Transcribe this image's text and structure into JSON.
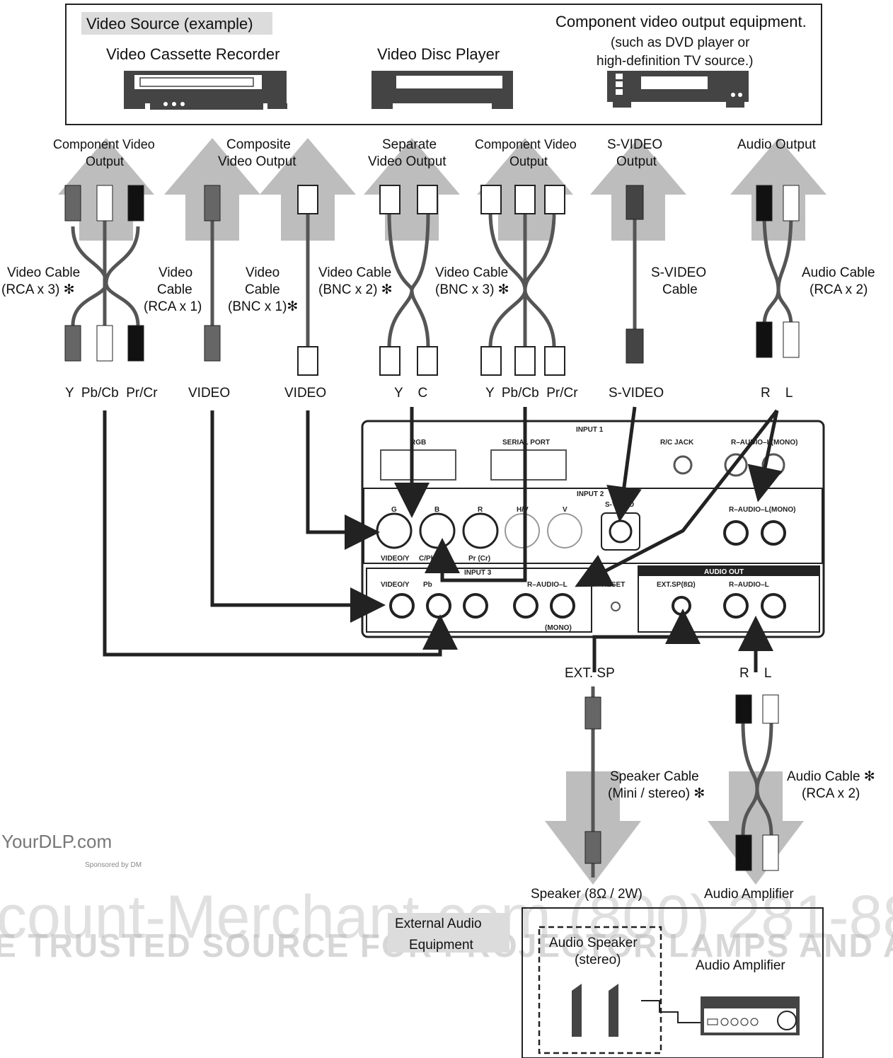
{
  "source_box": {
    "example_label": "Video Source (example)",
    "vcr_label": "Video Cassette Recorder",
    "disc_label": "Video Disc Player",
    "component_line1": "Component video output equipment.",
    "component_line2": "(such as DVD player or",
    "component_line3": "high-definition TV source.)"
  },
  "outputs": {
    "component1_l1": "Component Video",
    "component1_l2": "Output",
    "composite_l1": "Composite",
    "composite_l2": "Video Output",
    "separate_l1": "Separate",
    "separate_l2": "Video Output",
    "component2_l1": "Component Video",
    "component2_l2": "Output",
    "svideo_l1": "S-VIDEO",
    "svideo_l2": "Output",
    "audio_l1": "Audio Output"
  },
  "cables": {
    "rca3_l1": "Video Cable",
    "rca3_l2": "(RCA x 3) ✻",
    "rca1_l1": "Video",
    "rca1_l2": "Cable",
    "rca1_l3": "(RCA x 1)",
    "bnc1_l1": "Video",
    "bnc1_l2": "Cable",
    "bnc1_l3": "(BNC x 1)✻",
    "bnc2_l1": "Video Cable",
    "bnc2_l2": "(BNC x 2) ✻",
    "bnc3_l1": "Video Cable",
    "bnc3_l2": "(BNC x 3) ✻",
    "svid_l1": "S-VIDEO",
    "svid_l2": "Cable",
    "audio_l1": "Audio Cable",
    "audio_l2": "(RCA x 2)"
  },
  "plugs": {
    "comp1": "Y  Pb/Cb  Pr/Cr",
    "video1": "VIDEO",
    "video2": "VIDEO",
    "yc": "Y    C",
    "comp2": "Y  Pb/Cb  Pr/Cr",
    "svideo": "S-VIDEO",
    "rl": "R    L"
  },
  "panel": {
    "input1": "INPUT 1",
    "rgb": "RGB",
    "serial": "SERIAL PORT",
    "rc_jack": "R/C JACK",
    "audio_mono1": "R–AUDIO–L(MONO)",
    "input2": "INPUT 2",
    "g": "G",
    "b": "B",
    "r": "R",
    "hv": "H/V",
    "v": "V",
    "svideo": "S-VIDEO",
    "audio_mono2": "R–AUDIO–L(MONO)",
    "video_y": "VIDEO/Y",
    "cpb": "C/Pb (Cb)",
    "pr": "Pr (Cr)",
    "input3": "INPUT 3",
    "video_y3": "VIDEO/Y",
    "pb3": "Pb",
    "audio3": "R–AUDIO–L",
    "mono3": "(MONO)",
    "reset": "RESET",
    "audio_out": "AUDIO OUT",
    "ext_sp": "EXT.SP(8Ω)",
    "audio_out_rl": "R–AUDIO–L"
  },
  "lower": {
    "ext_sp": "EXT. SP",
    "rl": "R    L",
    "spk_cable_l1": "Speaker Cable",
    "spk_cable_l2": "(Mini / stereo) ✻",
    "aud_cable_l1": "Audio Cable ✻",
    "aud_cable_l2": "(RCA x 2)",
    "speaker": "Speaker (8Ω / 2W)",
    "amplifier": "Audio Amplifier",
    "ext_equip_l1": "External Audio",
    "ext_equip_l2": "Equipment",
    "audio_speaker_l1": "Audio Speaker",
    "audio_speaker_l2": "(stereo)",
    "audio_amp_box": "Audio Amplifier"
  },
  "watermark": {
    "site": "YourDLP.com",
    "sponsor": "Sponsored by DM",
    "merchant": "count-Merchant.com (800) 281-88",
    "trusted": "E TRUSTED SOURCE FOR PROJECTOR LAMPS AND ACCESSORIES"
  },
  "colors": {
    "arrow_gray": "#bdbdbd",
    "dark": "#222222",
    "cable": "#555555"
  }
}
